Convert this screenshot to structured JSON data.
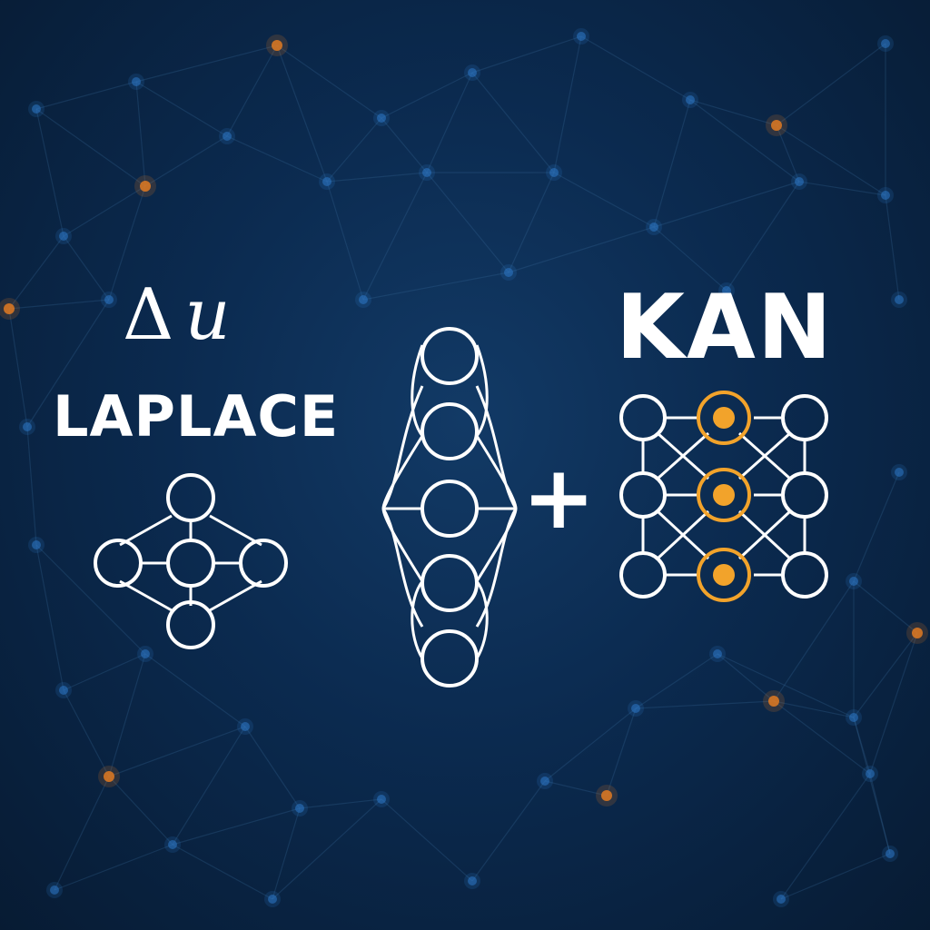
{
  "left_panel": {
    "formula_symbol": "Δ",
    "formula_variable": "u",
    "title": "LAPLACE"
  },
  "operator": "+",
  "right_panel": {
    "title": "KAN"
  },
  "colors": {
    "background": "#0b2a4f",
    "foreground": "#ffffff",
    "accent": "#f2a32b",
    "background_node_blue": "#2d78c8",
    "background_node_orange": "#e07a22"
  },
  "diagrams": {
    "left_network": "diamond graph, 5 nodes",
    "center_network": "vertical column, 5 nodes",
    "right_network": "3x3 grid, middle column highlighted"
  }
}
